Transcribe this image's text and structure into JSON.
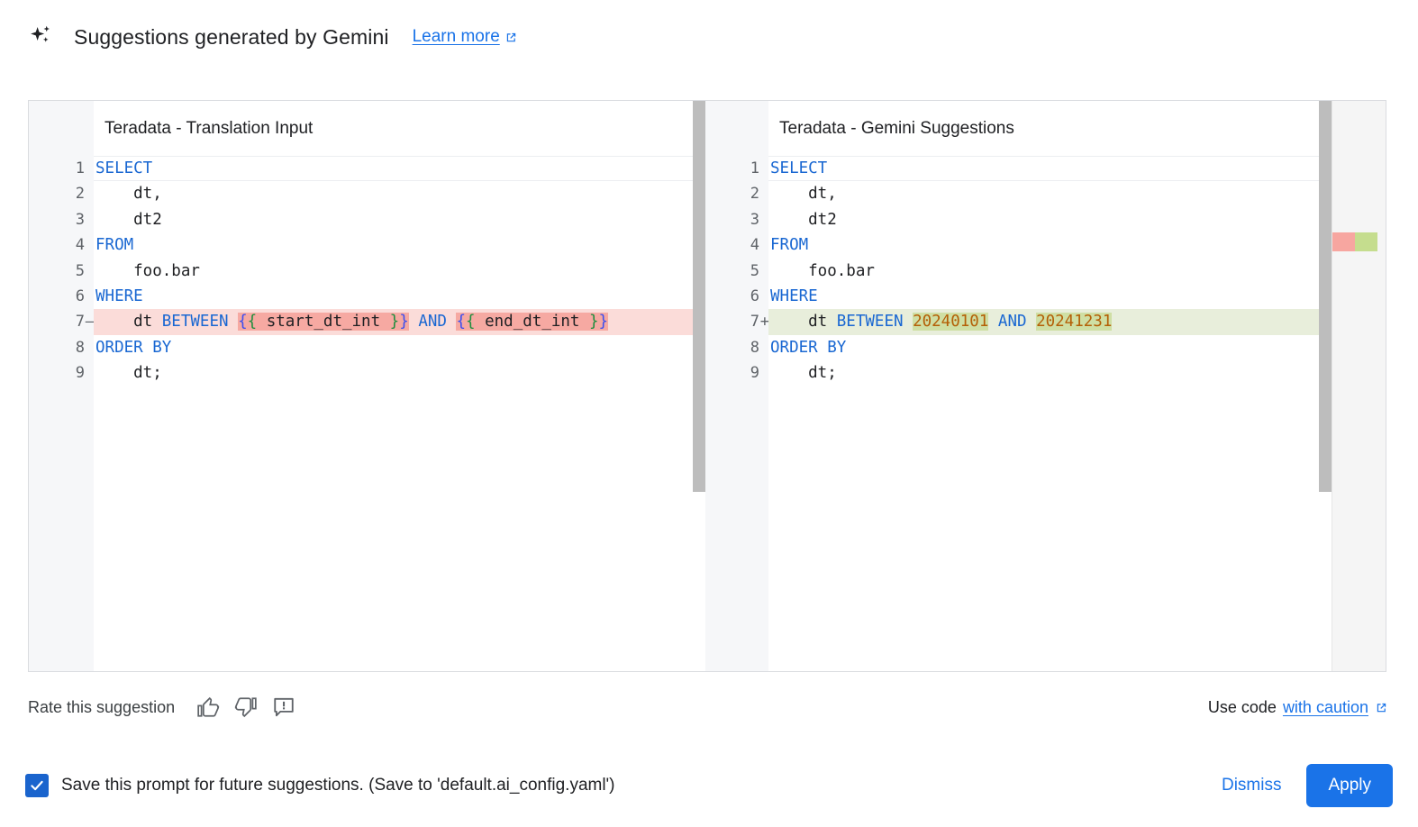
{
  "header": {
    "icon": "sparkle-icon",
    "title": "Suggestions generated by Gemini",
    "learn_more_label": "Learn more",
    "learn_more_icon": "external-link-icon"
  },
  "diff": {
    "left": {
      "title": "Teradata - Translation Input",
      "lines": [
        {
          "num": "1",
          "marker": "",
          "type": "context",
          "active": true,
          "tokens": [
            {
              "t": "SELECT",
              "c": "kw"
            }
          ]
        },
        {
          "num": "2",
          "marker": "",
          "type": "context",
          "tokens": [
            {
              "t": "    dt,",
              "c": "txt"
            }
          ]
        },
        {
          "num": "3",
          "marker": "",
          "type": "context",
          "tokens": [
            {
              "t": "    dt2",
              "c": "txt"
            }
          ]
        },
        {
          "num": "4",
          "marker": "",
          "type": "context",
          "tokens": [
            {
              "t": "FROM",
              "c": "kw"
            }
          ]
        },
        {
          "num": "5",
          "marker": "",
          "type": "context",
          "tokens": [
            {
              "t": "    foo.bar",
              "c": "txt"
            }
          ]
        },
        {
          "num": "6",
          "marker": "",
          "type": "context",
          "tokens": [
            {
              "t": "WHERE",
              "c": "kw"
            }
          ]
        },
        {
          "num": "7",
          "marker": "—",
          "type": "del",
          "tokens": [
            {
              "t": "    dt ",
              "c": "txt"
            },
            {
              "t": "BETWEEN ",
              "c": "kw"
            },
            {
              "t": "{",
              "c": "br-b",
              "hl": "del"
            },
            {
              "t": "{",
              "c": "br-g",
              "hl": "del"
            },
            {
              "t": " start_dt_int ",
              "c": "txt",
              "hl": "del"
            },
            {
              "t": "}",
              "c": "br-g",
              "hl": "del"
            },
            {
              "t": "}",
              "c": "br-b",
              "hl": "del"
            },
            {
              "t": " ",
              "c": "txt"
            },
            {
              "t": "AND",
              "c": "kw"
            },
            {
              "t": " ",
              "c": "txt"
            },
            {
              "t": "{",
              "c": "br-b",
              "hl": "del"
            },
            {
              "t": "{",
              "c": "br-g",
              "hl": "del"
            },
            {
              "t": " end_dt_int ",
              "c": "txt",
              "hl": "del"
            },
            {
              "t": "}",
              "c": "br-g",
              "hl": "del"
            },
            {
              "t": "}",
              "c": "br-b",
              "hl": "del"
            }
          ]
        },
        {
          "num": "8",
          "marker": "",
          "type": "context",
          "tokens": [
            {
              "t": "ORDER BY",
              "c": "kw"
            }
          ]
        },
        {
          "num": "9",
          "marker": "",
          "type": "context",
          "tokens": [
            {
              "t": "    dt;",
              "c": "txt"
            }
          ]
        }
      ]
    },
    "right": {
      "title": "Teradata - Gemini Suggestions",
      "lines": [
        {
          "num": "1",
          "marker": "",
          "type": "context",
          "active": true,
          "tokens": [
            {
              "t": "SELECT",
              "c": "kw"
            }
          ]
        },
        {
          "num": "2",
          "marker": "",
          "type": "context",
          "tokens": [
            {
              "t": "    dt,",
              "c": "txt"
            }
          ]
        },
        {
          "num": "3",
          "marker": "",
          "type": "context",
          "tokens": [
            {
              "t": "    dt2",
              "c": "txt"
            }
          ]
        },
        {
          "num": "4",
          "marker": "",
          "type": "context",
          "tokens": [
            {
              "t": "FROM",
              "c": "kw"
            }
          ]
        },
        {
          "num": "5",
          "marker": "",
          "type": "context",
          "tokens": [
            {
              "t": "    foo.bar",
              "c": "txt"
            }
          ]
        },
        {
          "num": "6",
          "marker": "",
          "type": "context",
          "tokens": [
            {
              "t": "WHERE",
              "c": "kw"
            }
          ]
        },
        {
          "num": "7",
          "marker": "+",
          "type": "add",
          "tokens": [
            {
              "t": "    dt ",
              "c": "txt"
            },
            {
              "t": "BETWEEN ",
              "c": "kw"
            },
            {
              "t": "20240101",
              "c": "num",
              "hl": "add"
            },
            {
              "t": " ",
              "c": "txt"
            },
            {
              "t": "AND",
              "c": "kw"
            },
            {
              "t": " ",
              "c": "txt"
            },
            {
              "t": "20241231",
              "c": "num",
              "hl": "add"
            }
          ]
        },
        {
          "num": "8",
          "marker": "",
          "type": "context",
          "tokens": [
            {
              "t": "ORDER BY",
              "c": "kw"
            }
          ]
        },
        {
          "num": "9",
          "marker": "",
          "type": "context",
          "tokens": [
            {
              "t": "    dt;",
              "c": "txt"
            }
          ]
        }
      ]
    }
  },
  "rate": {
    "label": "Rate this suggestion",
    "thumb_up_icon": "thumb-up-icon",
    "thumb_down_icon": "thumb-down-icon",
    "report_icon": "report-feedback-icon"
  },
  "use_code": {
    "prefix": "Use code",
    "link_label": "with caution",
    "link_icon": "external-link-icon"
  },
  "footer": {
    "checkbox_checked": true,
    "checkbox_label": "Save this prompt for future suggestions. (Save to 'default.ai_config.yaml')",
    "dismiss_label": "Dismiss",
    "apply_label": "Apply"
  },
  "colors": {
    "accent": "#1a73e8",
    "link": "#1a73e8",
    "keyword": "#1967d2",
    "number": "#b45f06",
    "delete_line": "#fbdcd9",
    "delete_token": "#f6a9a2",
    "add_line": "#e8eedb",
    "add_token": "#cfdfa4",
    "checkbox": "#1a64cd"
  }
}
